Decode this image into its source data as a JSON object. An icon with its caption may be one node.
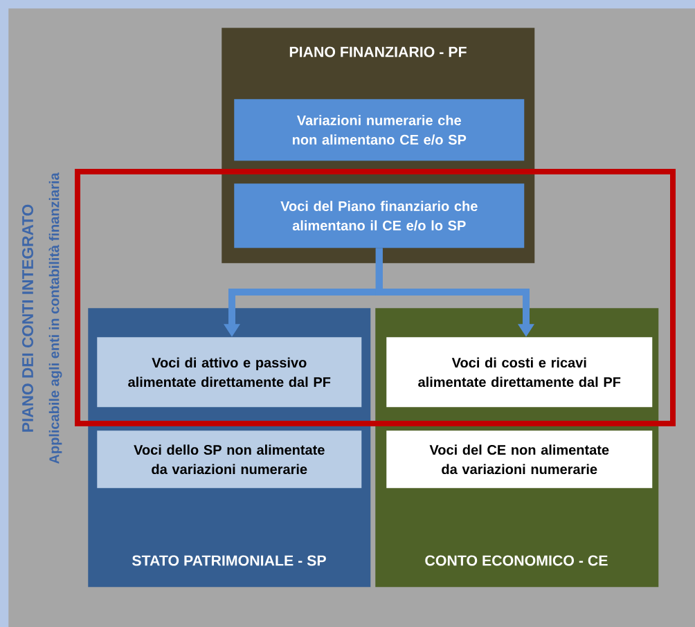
{
  "diagram": {
    "nodes": [
      {
        "text": [
          "PIANO DEI CONTI INTEGRATO",
          "Applicabile agli enti in contabilità finanziaria"
        ]
      },
      {
        "text": [
          "PIANO FINANZIARIO - PF"
        ],
        "in": 0
      },
      {
        "text": [
          "Variazioni numerarie che non alimentano CE e/o SP"
        ],
        "in": 1
      },
      {
        "text": [
          "Voci del Piano finanziario che alimentano il CE e/o lo SP"
        ],
        "in": 1
      },
      {
        "text": [
          "STATO PATRIMONIALE - SP"
        ],
        "in": 0
      },
      {
        "text": [
          "Voci di attivo e passivo alimentate direttamente dal PF"
        ],
        "in": 4
      },
      {
        "text": [
          "Voci dello SP non alimentate da variazioni numerarie"
        ],
        "in": 4
      },
      {
        "text": [
          "CONTO ECONOMICO - CE"
        ],
        "in": 0
      },
      {
        "text": [
          "Voci di costi e ricavi alimentate direttamente dal PF"
        ],
        "in": 7
      },
      {
        "text": [
          "Voci del CE non alimentate da variazioni numerarie"
        ],
        "in": 7
      }
    ],
    "edges": [
      {
        "from": 3,
        "to": 5,
        "arrow": "to"
      },
      {
        "from": 3,
        "to": 8,
        "arrow": "to"
      }
    ]
  }
}
